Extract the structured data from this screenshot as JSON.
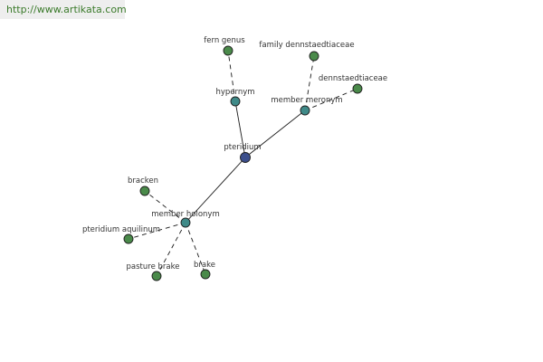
{
  "header": {
    "url": "http://www.artikata.com"
  },
  "colors": {
    "center_node": "#3c4f8c",
    "relation_node": "#3f8a88",
    "leaf_node": "#4a8a4a"
  },
  "graph": {
    "nodes": [
      {
        "id": "pteridium",
        "label": "pteridium",
        "kind": "center"
      },
      {
        "id": "hypernym",
        "label": "hypernym",
        "kind": "relation"
      },
      {
        "id": "member_meronym",
        "label": "member meronym",
        "kind": "relation"
      },
      {
        "id": "member_holonym",
        "label": "member holonym",
        "kind": "relation"
      },
      {
        "id": "fern_genus",
        "label": "fern genus",
        "kind": "leaf"
      },
      {
        "id": "family_dennstaedtiaceae",
        "label": "family dennstaedtiaceae",
        "kind": "leaf"
      },
      {
        "id": "dennstaedtiaceae",
        "label": "dennstaedtiaceae",
        "kind": "leaf"
      },
      {
        "id": "bracken",
        "label": "bracken",
        "kind": "leaf"
      },
      {
        "id": "pteridium_aquilinum",
        "label": "pteridium aquilinum",
        "kind": "leaf"
      },
      {
        "id": "pasture_brake",
        "label": "pasture brake",
        "kind": "leaf"
      },
      {
        "id": "brake",
        "label": "brake",
        "kind": "leaf"
      }
    ],
    "edges": [
      {
        "from": "pteridium",
        "to": "hypernym",
        "style": "solid"
      },
      {
        "from": "pteridium",
        "to": "member_meronym",
        "style": "solid"
      },
      {
        "from": "pteridium",
        "to": "member_holonym",
        "style": "solid"
      },
      {
        "from": "hypernym",
        "to": "fern_genus",
        "style": "dashed"
      },
      {
        "from": "member_meronym",
        "to": "family_dennstaedtiaceae",
        "style": "dashed"
      },
      {
        "from": "member_meronym",
        "to": "dennstaedtiaceae",
        "style": "dashed"
      },
      {
        "from": "member_holonym",
        "to": "bracken",
        "style": "dashed"
      },
      {
        "from": "member_holonym",
        "to": "pteridium_aquilinum",
        "style": "dashed"
      },
      {
        "from": "member_holonym",
        "to": "pasture_brake",
        "style": "dashed"
      },
      {
        "from": "member_holonym",
        "to": "brake",
        "style": "dashed"
      }
    ]
  }
}
